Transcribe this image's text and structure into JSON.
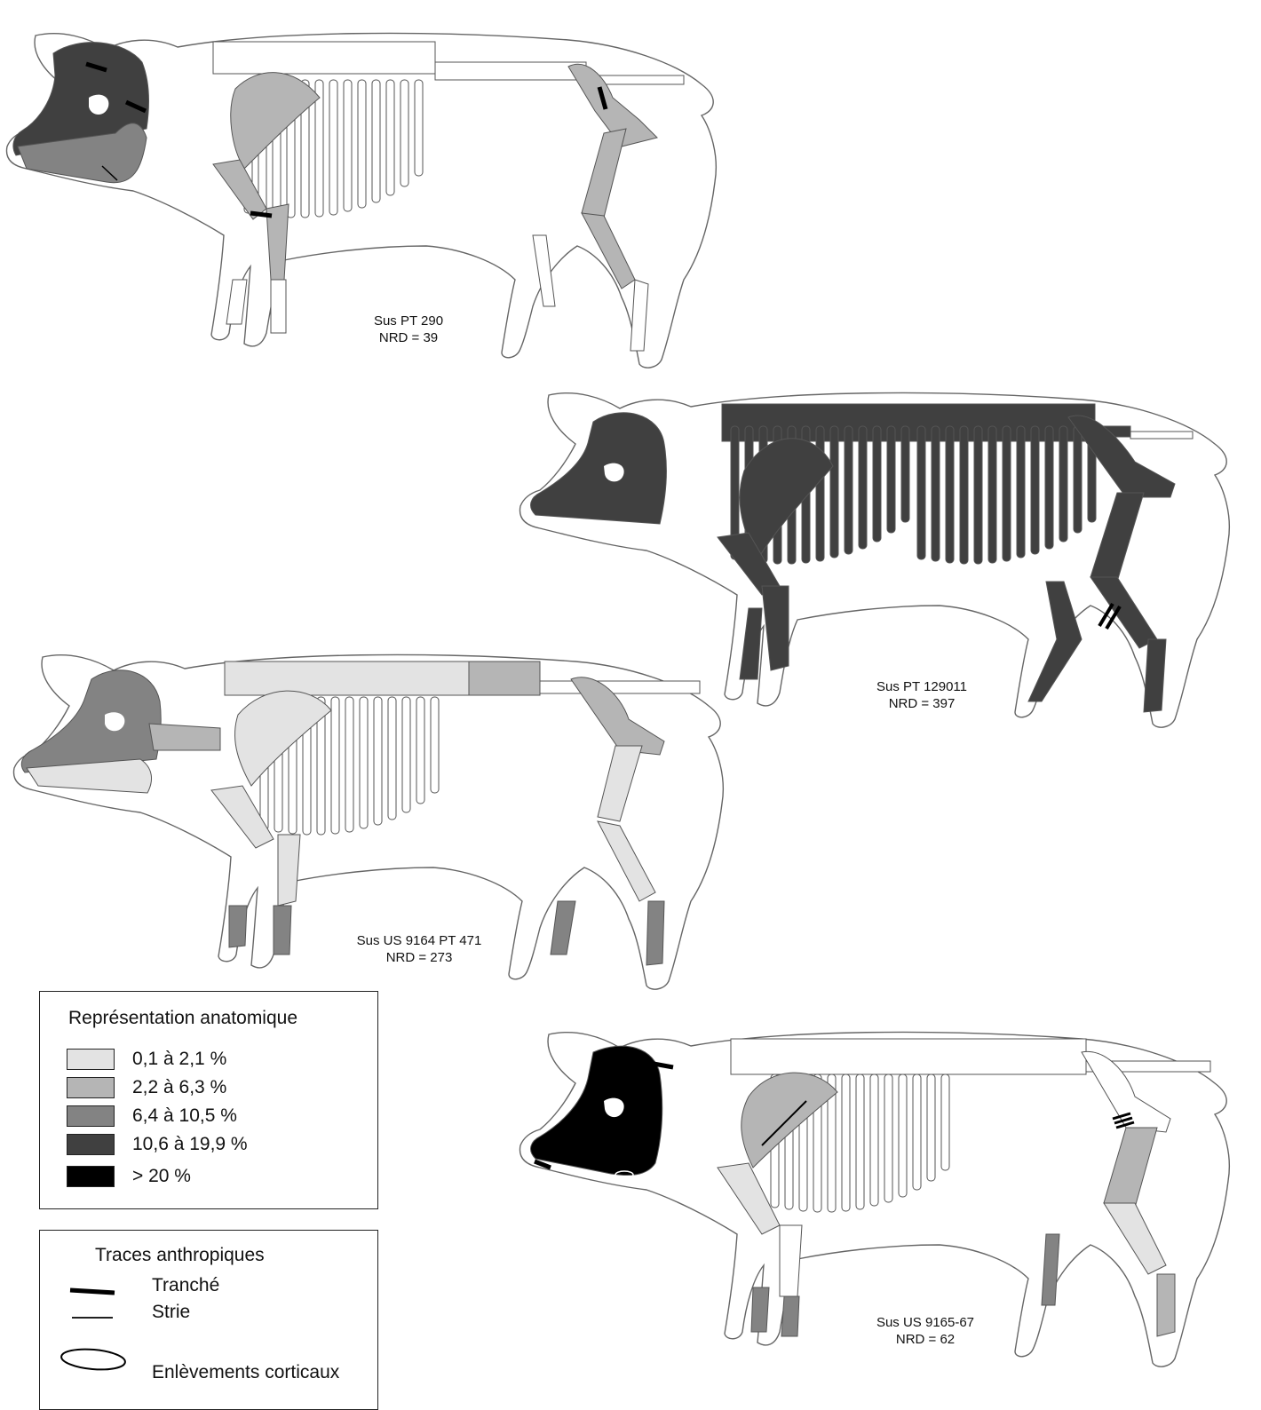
{
  "specimens": [
    {
      "label": "Sus PT 290",
      "nrd": "NRD = 39"
    },
    {
      "label": "Sus PT 129011",
      "nrd": "NRD = 397"
    },
    {
      "label": "Sus US 9164 PT 471",
      "nrd": "NRD = 273"
    },
    {
      "label": "Sus US 9165-67",
      "nrd": "NRD = 62"
    }
  ],
  "legend_representation": {
    "title": "Représentation anatomique",
    "classes": [
      {
        "label": "0,1 à 2,1 %",
        "color": "#e3e3e3"
      },
      {
        "label": "2,2 à 6,3 %",
        "color": "#b5b5b5"
      },
      {
        "label": "6,4 à 10,5 %",
        "color": "#838383"
      },
      {
        "label": "10,6 à 19,9 %",
        "color": "#404040"
      },
      {
        "label": "> 20 %",
        "color": "#000000"
      }
    ]
  },
  "legend_traces": {
    "title": "Traces anthropiques",
    "items": [
      {
        "label": "Tranché",
        "symbol": "thick-line-icon"
      },
      {
        "label": "Strie",
        "symbol": "thin-line-icon"
      },
      {
        "label": "Enlèvements corticaux",
        "symbol": "ellipse-icon"
      }
    ]
  }
}
